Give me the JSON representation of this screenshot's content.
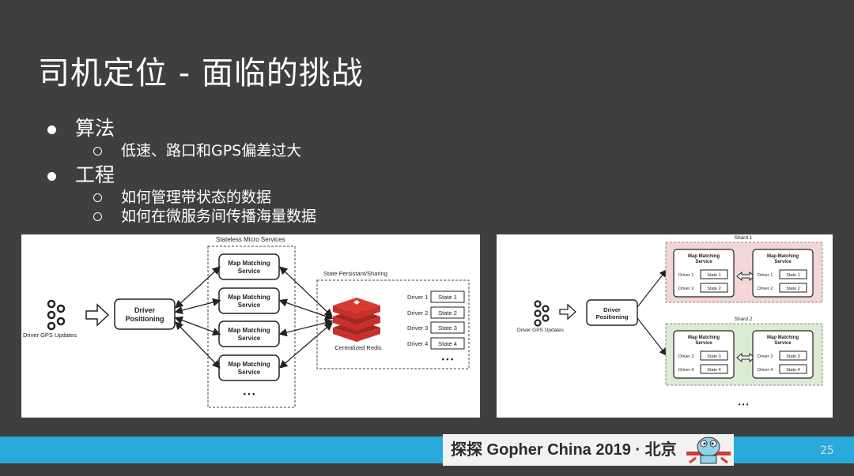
{
  "slide": {
    "title": "司机定位 - 面临的挑战",
    "bullets": [
      {
        "label": "算法",
        "subs": [
          "低速、路口和GPS偏差过大"
        ]
      },
      {
        "label": "工程",
        "subs": [
          "如何管理带状态的数据",
          "如何在微服务间传播海量数据"
        ]
      }
    ],
    "page_number": "25"
  },
  "diagram_left": {
    "group_label": "Stateless Micro Services",
    "service_label": [
      "Map Matching",
      "Service"
    ],
    "positioning_label": [
      "Driver",
      "Positioning"
    ],
    "source_label": "Driver GPS Updates",
    "state_label": "State Persistant/Sharing",
    "redis_label": "Centralized Redis",
    "drivers": [
      "Driver 1",
      "Driver 2",
      "Driver 3",
      "Driver 4"
    ],
    "states": [
      "State 1",
      "State 2",
      "State 3",
      "State 4"
    ],
    "ellipsis": "• • •"
  },
  "diagram_right": {
    "shard1_label": "Shard 1",
    "shard2_label": "Shard 2",
    "service_label": [
      "Map Matching",
      "Service"
    ],
    "positioning_label": [
      "Driver",
      "Positioning"
    ],
    "source_label": "Driver GPS Updates",
    "shard1_rows": [
      [
        "Driver 1",
        "State 1"
      ],
      [
        "Driver 2",
        "State 2"
      ]
    ],
    "shard2_rows": [
      [
        "Driver 3",
        "State 3"
      ],
      [
        "Driver 4",
        "State 4"
      ]
    ],
    "ellipsis": "• • •"
  },
  "footer": {
    "banner_text": "探探 Gopher China 2019 · 北京",
    "colors": {
      "bar": "#29a9dc",
      "shard1_fill": "#f3d6d6",
      "shard2_fill": "#dcebd4",
      "redis": "#c9302c"
    }
  }
}
